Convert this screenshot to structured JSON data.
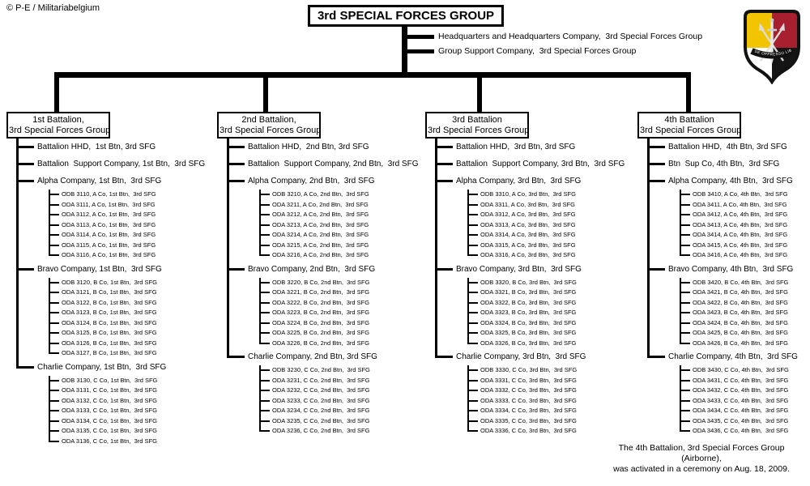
{
  "page": {
    "copyright": "© P-E / Militariabelgium",
    "note": [
      "The 4th Battalion, 3rd Special Forces Group (Airborne),",
      "was activated in a ceremony on Aug. 18, 2009."
    ]
  },
  "root": {
    "title": "3rd SPECIAL FORCES GROUP",
    "direct_units": [
      "Headquarters and Headquarters Company,  3rd Special Forces Group",
      "Group Support Company,  3rd Special Forces Group"
    ]
  },
  "insignia": {
    "motto": "DE OPPRESSO LIBER",
    "colors": {
      "yellow": "#F2C400",
      "red": "#A82030",
      "white": "#FFFFFF",
      "black": "#141414"
    }
  },
  "battalions": [
    {
      "name_line1": "1st Battalion,",
      "name_line2": "3rd Special Forces Group",
      "units": [
        {
          "label": "Battalion HHD,  1st Btn, 3rd SFG"
        },
        {
          "label": "Battalion  Support Company, 1st Btn,  3rd SFG"
        },
        {
          "label": "Alpha Company, 1st Btn,  3rd SFG",
          "teams": [
            "ODB 3110, A Co, 1st Btn,  3rd SFG",
            "ODA 3111, A Co, 1st Btn,  3rd SFG",
            "ODA 3112, A Co, 1st Btn,  3rd SFG",
            "ODA 3113, A Co, 1st Btn,  3rd SFG",
            "ODA 3114, A Co, 1st Btn,  3rd SFG",
            "ODA 3115, A Co, 1st Btn,  3rd SFG",
            "ODA 3116, A Co, 1st Btn,  3rd SFG"
          ]
        },
        {
          "label": "Bravo Company, 1st Btn,  3rd SFG",
          "teams": [
            "ODB 3120, B Co, 1st Btn,  3rd SFG",
            "ODA 3121, B Co, 1st Btn,  3rd SFG",
            "ODA 3122, B Co, 1st Btn,  3rd SFG",
            "ODA 3123, B Co, 1st Btn,  3rd SFG",
            "ODA 3124, B Co, 1st Btn,  3rd SFG",
            "ODA 3125, B Co, 1st Btn,  3rd SFG",
            "ODA 3126, B Co, 1st Btn,  3rd SFG",
            "ODA 3127, B Co, 1st Btn,  3rd SFG"
          ]
        },
        {
          "label": "Charlie Company, 1st Btn,  3rd SFG",
          "teams": [
            "ODB 3130, C Co, 1st Btn,  3rd SFG",
            "ODA 3131, C Co, 1st Btn,  3rd SFG",
            "ODA 3132, C Co, 1st Btn,  3rd SFG",
            "ODA 3133, C Co, 1st Btn,  3rd SFG",
            "ODA 3134, C Co, 1st Btn,  3rd SFG",
            "ODA 3135, C Co, 1st Btn,  3rd SFG",
            "ODA 3136, C Co, 1st Btn,  3rd SFG"
          ]
        }
      ]
    },
    {
      "name_line1": "2nd Battalion,",
      "name_line2": "3rd Special Forces Group",
      "units": [
        {
          "label": "Battalion HHD,  2nd Btn, 3rd SFG"
        },
        {
          "label": "Battalion  Support Company, 2nd Btn,  3rd SFG"
        },
        {
          "label": "Alpha Company, 2nd Btn,  3rd SFG",
          "teams": [
            "ODB 3210, A Co, 2nd Btn,  3rd SFG",
            "ODA 3211, A Co, 2nd Btn,  3rd SFG",
            "ODA 3212, A Co, 2nd Btn,  3rd SFG",
            "ODA 3213, A Co, 2nd Btn,  3rd SFG",
            "ODA 3214, A Co, 2nd Btn,  3rd SFG",
            "ODA 3215, A Co, 2nd Btn,  3rd SFG",
            "ODA 3216, A Co, 2nd Btn,  3rd SFG"
          ]
        },
        {
          "label": "Bravo Company, 2nd Btn,  3rd SFG",
          "teams": [
            "ODB 3220, B Co, 2nd Btn,  3rd SFG",
            "ODA 3221, B Co, 2nd Btn,  3rd SFG",
            "ODA 3222, B Co, 2nd Btn,  3rd SFG",
            "ODA 3223, B Co, 2nd Btn,  3rd SFG",
            "ODA 3224, B Co, 2nd Btn,  3rd SFG",
            "ODA 3225, B Co, 2nd Btn,  3rd SFG",
            "ODA 3226, B Co, 2nd Btn,  3rd SFG"
          ]
        },
        {
          "label": "Charlie Company, 2nd Btn, 3rd SFG",
          "teams": [
            "ODB 3230, C Co, 2nd Btn,  3rd SFG",
            "ODA 3231, C Co, 2nd Btn,  3rd SFG",
            "ODA 3232, C Co, 2nd Btn,  3rd SFG",
            "ODA 3233, C Co, 2nd Btn,  3rd SFG",
            "ODA 3234, C Co, 2nd Btn,  3rd SFG",
            "ODA 3235, C Co, 2nd Btn,  3rd SFG",
            "ODA 3236, C Co, 2nd Btn,  3rd SFG"
          ]
        }
      ]
    },
    {
      "name_line1": "3rd Battalion",
      "name_line2": "3rd Special Forces Group",
      "units": [
        {
          "label": "Battalion HHD,  3rd Btn, 3rd SFG"
        },
        {
          "label": "Battalion  Support Company, 3rd Btn,  3rd SFG"
        },
        {
          "label": "Alpha Company, 3rd Btn,  3rd SFG",
          "teams": [
            "ODB 3310, A Co, 3rd Btn,  3rd SFG",
            "ODA 3311, A Co, 3rd Btn,  3rd SFG",
            "ODA 3312, A Co, 3rd Btn,  3rd SFG",
            "ODA 3313, A Co, 3rd Btn,  3rd SFG",
            "ODA 3314, A Co, 3rd Btn,  3rd SFG",
            "ODA 3315, A Co, 3rd Btn,  3rd SFG",
            "ODA 3316, A Co, 3rd Btn,  3rd SFG"
          ]
        },
        {
          "label": "Bravo Company, 3rd Btn,  3rd SFG",
          "teams": [
            "ODB 3320, B Co, 3rd Btn,  3rd SFG",
            "ODA 3321, B Co, 3rd Btn,  3rd SFG",
            "ODA 3322, B Co, 3rd Btn,  3rd SFG",
            "ODA 3323, B Co, 3rd Btn,  3rd SFG",
            "ODA 3324, B Co, 3rd Btn,  3rd SFG",
            "ODA 3325, B Co, 3rd Btn,  3rd SFG",
            "ODA 3326, B Co, 3rd Btn,  3rd SFG"
          ]
        },
        {
          "label": "Charlie Company, 3rd Btn,  3rd SFG",
          "teams": [
            "ODB 3330, C Co, 3rd Btn,  3rd SFG",
            "ODA 3331, C Co, 3rd Btn,  3rd SFG",
            "ODA 3332, C Co, 3rd Btn,  3rd SFG",
            "ODA 3333, C Co, 3rd Btn,  3rd SFG",
            "ODA 3334, C Co, 3rd Btn,  3rd SFG",
            "ODA 3335, C Co, 3rd Btn,  3rd SFG",
            "ODA 3336, C Co, 3rd Btn,  3rd SFG"
          ]
        }
      ]
    },
    {
      "name_line1": "4th Battalion",
      "name_line2": "3rd Special Forces Group",
      "units": [
        {
          "label": "Battalion HHD,  4th Btn, 3rd SFG"
        },
        {
          "label": "Btn  Sup Co, 4th Btn,  3rd SFG"
        },
        {
          "label": "Alpha Company, 4th Btn,  3rd SFG",
          "teams": [
            "ODB 3410, A Co, 4th Btn,  3rd SFG",
            "ODA 3411, A Co, 4th Btn,  3rd SFG",
            "ODA 3412, A Co, 4th Btn,  3rd SFG",
            "ODA 3413, A Co, 4th Btn,  3rd SFG",
            "ODA 3414, A Co, 4th Btn,  3rd SFG",
            "ODA 3415, A Co, 4th Btn,  3rd SFG",
            "ODA 3416, A Co, 4th Btn,  3rd SFG"
          ]
        },
        {
          "label": "Bravo Company, 4th Btn,  3rd SFG",
          "teams": [
            "ODB 3420, B Co, 4th Btn,  3rd SFG",
            "ODA 3421, B Co, 4th Btn,  3rd SFG",
            "ODA 3422, B Co, 4th Btn,  3rd SFG",
            "ODA 3423, B Co, 4th Btn,  3rd SFG",
            "ODA 3424, B Co, 4th Btn,  3rd SFG",
            "ODA 3425, B Co, 4th Btn,  3rd SFG",
            "ODA 3426, B Co, 4th Btn,  3rd SFG"
          ]
        },
        {
          "label": "Charlie Company, 4th Btn,  3rd SFG",
          "teams": [
            "ODB 3430, C Co, 4th Btn,  3rd SFG",
            "ODA 3431, C Co, 4th Btn,  3rd SFG",
            "ODA 3432, C Co, 4th Btn,  3rd SFG",
            "ODA 3433, C Co, 4th Btn,  3rd SFG",
            "ODA 3434, C Co, 4th Btn,  3rd SFG",
            "ODA 3435, C Co, 4th Btn,  3rd SFG",
            "ODA 3436, C Co, 4th Btn,  3rd SFG"
          ]
        }
      ]
    }
  ]
}
